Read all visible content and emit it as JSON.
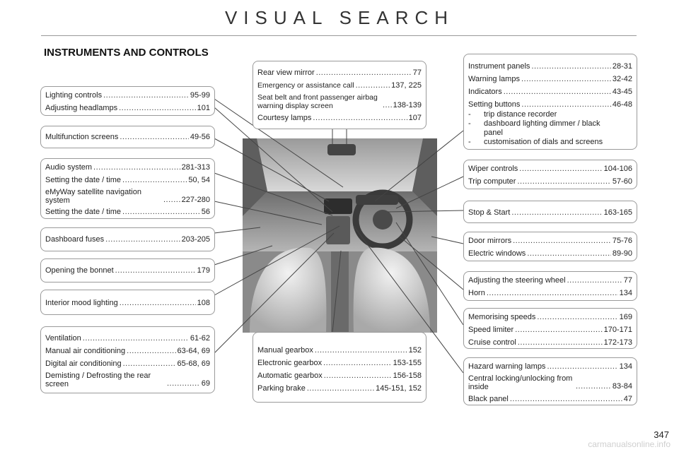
{
  "page": {
    "title": "VISUAL SEARCH",
    "section": "INSTRUMENTS AND CONTROLS",
    "page_number": "347",
    "watermark": "carmanualsonline.info"
  },
  "boxes": {
    "lighting": [
      {
        "label": "Lighting controls",
        "page": "95-99"
      },
      {
        "label": "Adjusting headlamps",
        "page": "101"
      }
    ],
    "multifunction": [
      {
        "label": "Multifunction screens",
        "page": "49-56"
      }
    ],
    "audio": [
      {
        "label": "Audio system",
        "page": "281-313"
      },
      {
        "label": "Setting the date / time",
        "page": "50, 54"
      },
      {
        "label": "eMyWay satellite navigation system",
        "page": "227-280"
      },
      {
        "label": "Setting the date / time",
        "page": "56"
      }
    ],
    "fuses": [
      {
        "label": "Dashboard fuses",
        "page": "203-205"
      }
    ],
    "bonnet": [
      {
        "label": "Opening the bonnet",
        "page": "179"
      }
    ],
    "mood": [
      {
        "label": "Interior mood lighting",
        "page": "108"
      }
    ],
    "ventilation": [
      {
        "label": "Ventilation",
        "page": "61-62"
      },
      {
        "label": "Manual air conditioning",
        "page": "63-64, 69"
      },
      {
        "label": "Digital air conditioning",
        "page": "65-68, 69"
      },
      {
        "label": "Demisting / Defrosting the rear screen",
        "page": "69"
      }
    ],
    "mirror": [
      {
        "label": "Rear view mirror",
        "page": "77"
      },
      {
        "label": "Emergency or assistance call",
        "page": "137, 225"
      },
      {
        "label": "Seat belt and front passenger airbag warning display screen",
        "page": "138-139"
      },
      {
        "label": "Courtesy lamps",
        "page": "107"
      }
    ],
    "gearbox": [
      {
        "label": "Manual gearbox",
        "page": "152"
      },
      {
        "label": "Electronic gearbox",
        "page": "153-155"
      },
      {
        "label": "Automatic gearbox",
        "page": "156-158"
      },
      {
        "label": "Parking brake",
        "page": "145-151, 152"
      }
    ],
    "instruments": [
      {
        "label": "Instrument panels",
        "page": "28-31"
      },
      {
        "label": "Warning lamps",
        "page": "32-42"
      },
      {
        "label": "Indicators",
        "page": "43-45"
      },
      {
        "label": "Setting buttons",
        "page": "46-48"
      }
    ],
    "instruments_sub": [
      "trip distance recorder",
      "dashboard lighting dimmer / black panel",
      "customisation of dials and screens"
    ],
    "wiper": [
      {
        "label": "Wiper controls",
        "page": "104-106"
      },
      {
        "label": "Trip computer",
        "page": "57-60"
      }
    ],
    "stopstart": [
      {
        "label": "Stop & Start",
        "page": "163-165"
      }
    ],
    "doors": [
      {
        "label": "Door mirrors",
        "page": "75-76"
      },
      {
        "label": "Electric windows",
        "page": "89-90"
      }
    ],
    "steering": [
      {
        "label": "Adjusting the steering wheel",
        "page": "77"
      },
      {
        "label": "Horn",
        "page": "134"
      }
    ],
    "speeds": [
      {
        "label": "Memorising speeds",
        "page": "169"
      },
      {
        "label": "Speed limiter",
        "page": "170-171"
      },
      {
        "label": "Cruise control",
        "page": "172-173"
      }
    ],
    "hazard": [
      {
        "label": "Hazard warning lamps",
        "page": "134"
      },
      {
        "label": "Central locking/unlocking from inside",
        "page": "83-84"
      },
      {
        "label": "Black panel",
        "page": "47"
      }
    ]
  }
}
